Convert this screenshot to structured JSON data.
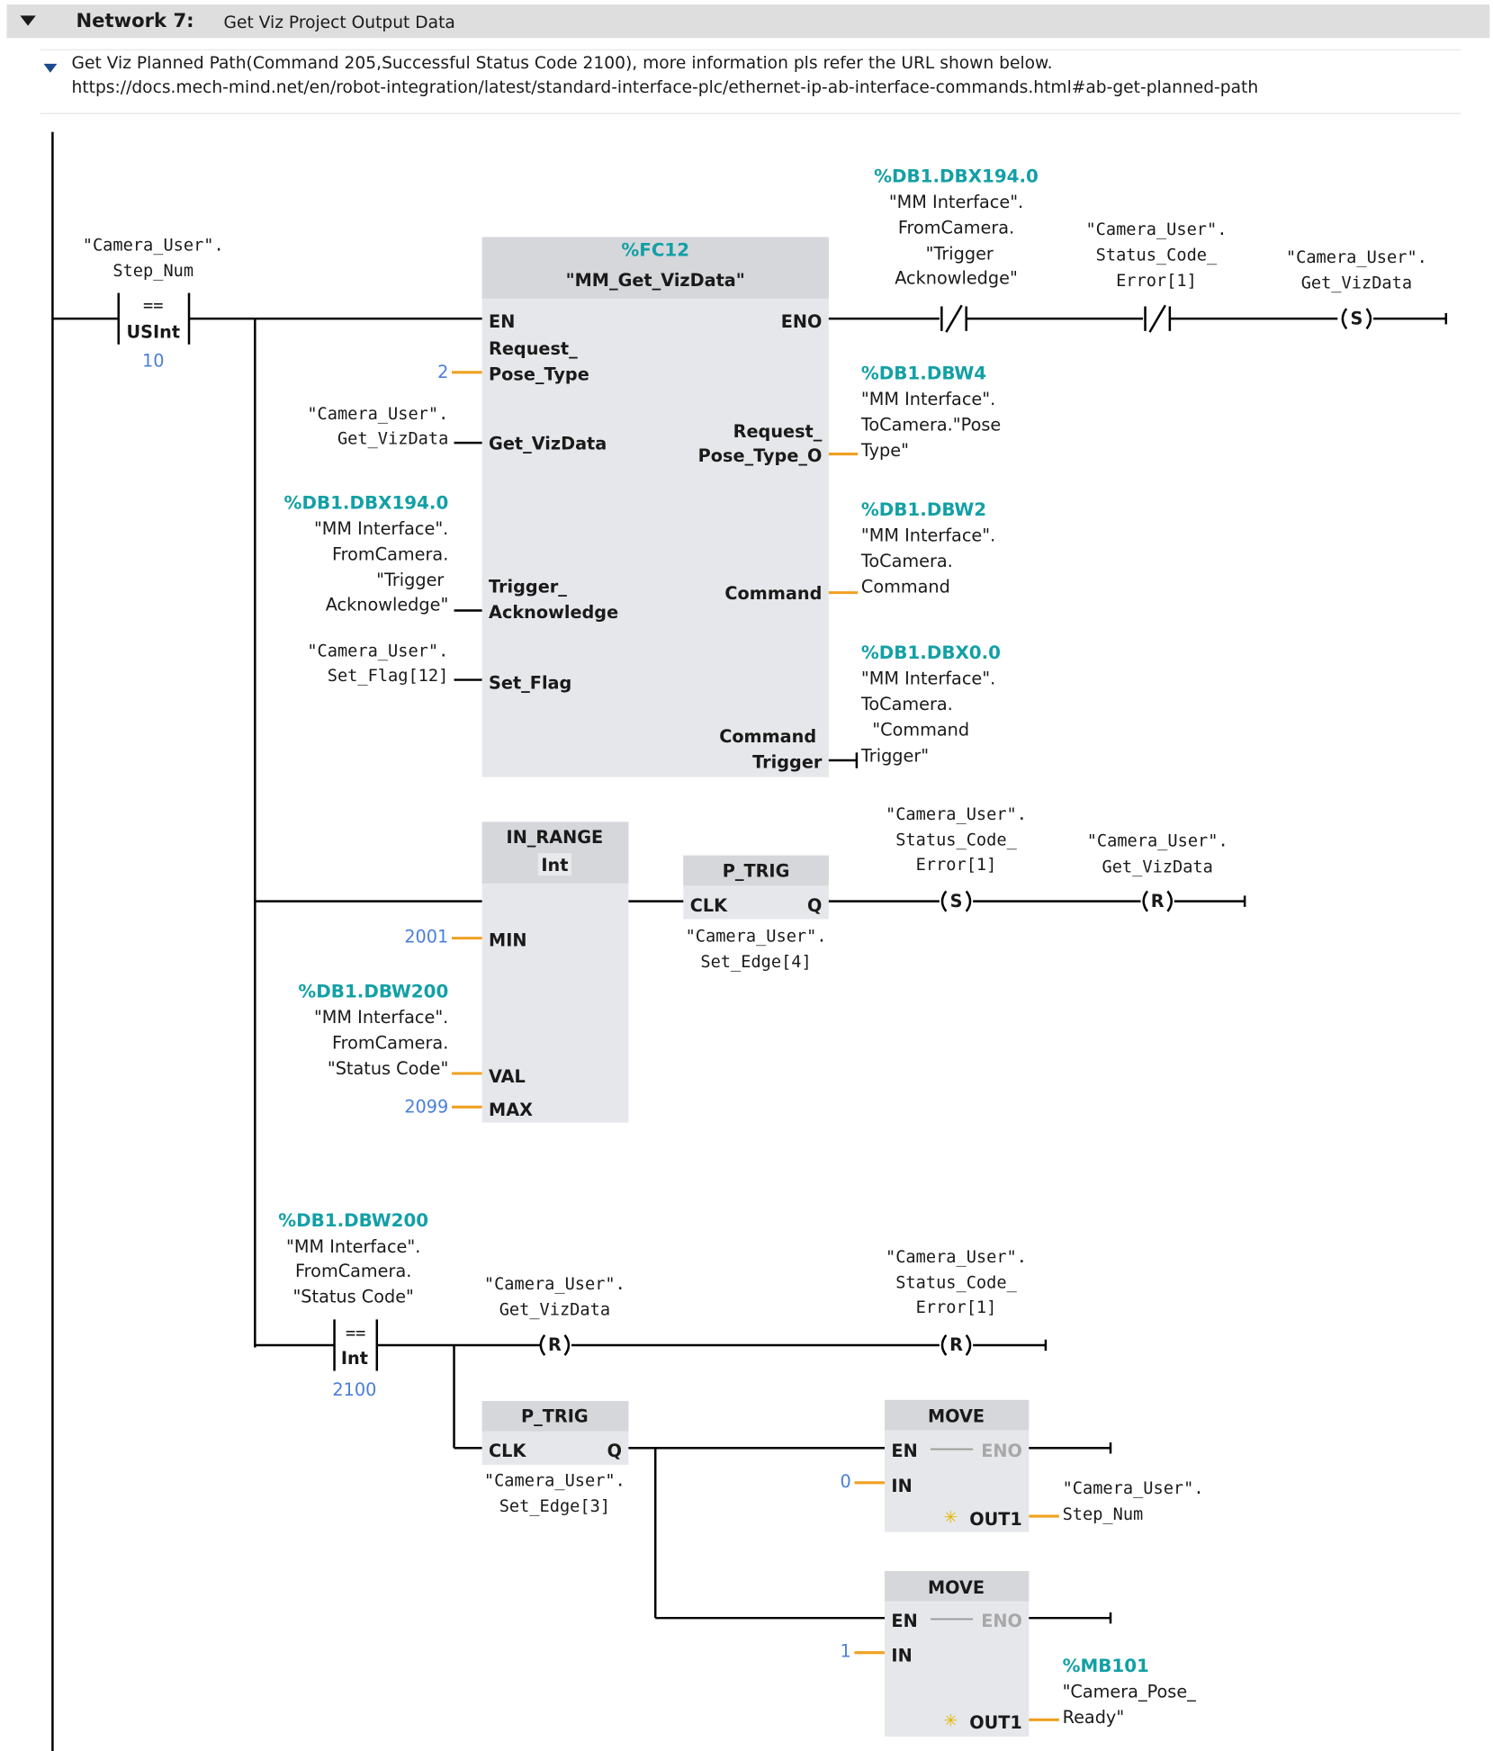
{
  "network": {
    "label": "Network 7:",
    "title": "Get Viz Project Output Data"
  },
  "comment": {
    "line1": "Get Viz Planned Path(Command 205,Successful Status Code 2100), more information pls refer the URL shown below.",
    "line2": "https://docs.mech-mind.net/en/robot-integration/latest/standard-interface-plc/ethernet-ip-ab-interface-commands.html#ab-get-planned-path"
  },
  "cmp1": {
    "tag1": "\"Camera_User\".",
    "tag2": "Step_Num",
    "op": "==",
    "type": "USInt",
    "value": "10"
  },
  "fc12": {
    "address": "%FC12",
    "name": "\"MM_Get_VizData\"",
    "en": "EN",
    "eno": "ENO",
    "in1a": "Request_",
    "in1b": "Pose_Type",
    "in1v": "2",
    "in2": "Get_VizData",
    "in2t1": "\"Camera_User\".",
    "in2t2": "Get_VizData",
    "in3a": "Trigger_",
    "in3b": "Acknowledge",
    "in3addr": "%DB1.DBX194.0",
    "in3t1": "\"MM Interface\".",
    "in3t2": "FromCamera.",
    "in3t3": "\"Trigger",
    "in3t4": "Acknowledge\"",
    "in4": "Set_Flag",
    "in4t1": "\"Camera_User\".",
    "in4t2": "Set_Flag[12]",
    "out1a": "Request_",
    "out1b": "Pose_Type_O",
    "out1addr": "%DB1.DBW4",
    "out1t1": "\"MM Interface\".",
    "out1t2": "ToCamera.\"Pose",
    "out1t3": "Type\"",
    "out2": "Command",
    "out2addr": "%DB1.DBW2",
    "out2t1": "\"MM Interface\".",
    "out2t2": "ToCamera.",
    "out2t3": "Command",
    "out3a": "Command",
    "out3b": "Trigger",
    "out3addr": "%DB1.DBX0.0",
    "out3t1": "\"MM Interface\".",
    "out3t2": "ToCamera.",
    "out3t3": "\"Command",
    "out3t4": "Trigger\""
  },
  "nc1": {
    "address": "%DB1.DBX194.0",
    "t1": "\"MM Interface\".",
    "t2": "FromCamera.",
    "t3": "\"Trigger",
    "t4": "Acknowledge\""
  },
  "nc2": {
    "t1": "\"Camera_User\".",
    "t2": "Status_Code_",
    "t3": "Error[1]"
  },
  "set1": {
    "t1": "\"Camera_User\".",
    "t2": "Get_VizData",
    "coil": "S"
  },
  "inrange": {
    "name": "IN_RANGE",
    "type": "Int",
    "min": "MIN",
    "minv": "2001",
    "val": "VAL",
    "valaddr": "%DB1.DBW200",
    "valt1": "\"MM Interface\".",
    "valt2": "FromCamera.",
    "valt3": "\"Status Code\"",
    "max": "MAX",
    "maxv": "2099"
  },
  "ptrig1": {
    "name": "P_TRIG",
    "clk": "CLK",
    "q": "Q",
    "t1": "\"Camera_User\".",
    "t2": "Set_Edge[4]"
  },
  "set2": {
    "t1": "\"Camera_User\".",
    "t2": "Status_Code_",
    "t3": "Error[1]",
    "coil": "S"
  },
  "reset1": {
    "t1": "\"Camera_User\".",
    "t2": "Get_VizData",
    "coil": "R"
  },
  "cmp2": {
    "address": "%DB1.DBW200",
    "t1": "\"MM Interface\".",
    "t2": "FromCamera.",
    "t3": "\"Status Code\"",
    "op": "==",
    "type": "Int",
    "value": "2100"
  },
  "reset2": {
    "t1": "\"Camera_User\".",
    "t2": "Get_VizData",
    "coil": "R"
  },
  "reset3": {
    "t1": "\"Camera_User\".",
    "t2": "Status_Code_",
    "t3": "Error[1]",
    "coil": "R"
  },
  "ptrig2": {
    "name": "P_TRIG",
    "clk": "CLK",
    "q": "Q",
    "t1": "\"Camera_User\".",
    "t2": "Set_Edge[3]"
  },
  "move1": {
    "name": "MOVE",
    "en": "EN",
    "eno": "ENO",
    "in": "IN",
    "inv": "0",
    "out": "OUT1",
    "t1": "\"Camera_User\".",
    "t2": "Step_Num"
  },
  "move2": {
    "name": "MOVE",
    "en": "EN",
    "eno": "ENO",
    "in": "IN",
    "inv": "1",
    "out": "OUT1",
    "addr": "%MB101",
    "t1": "\"Camera_Pose_",
    "t2": "Ready\""
  }
}
